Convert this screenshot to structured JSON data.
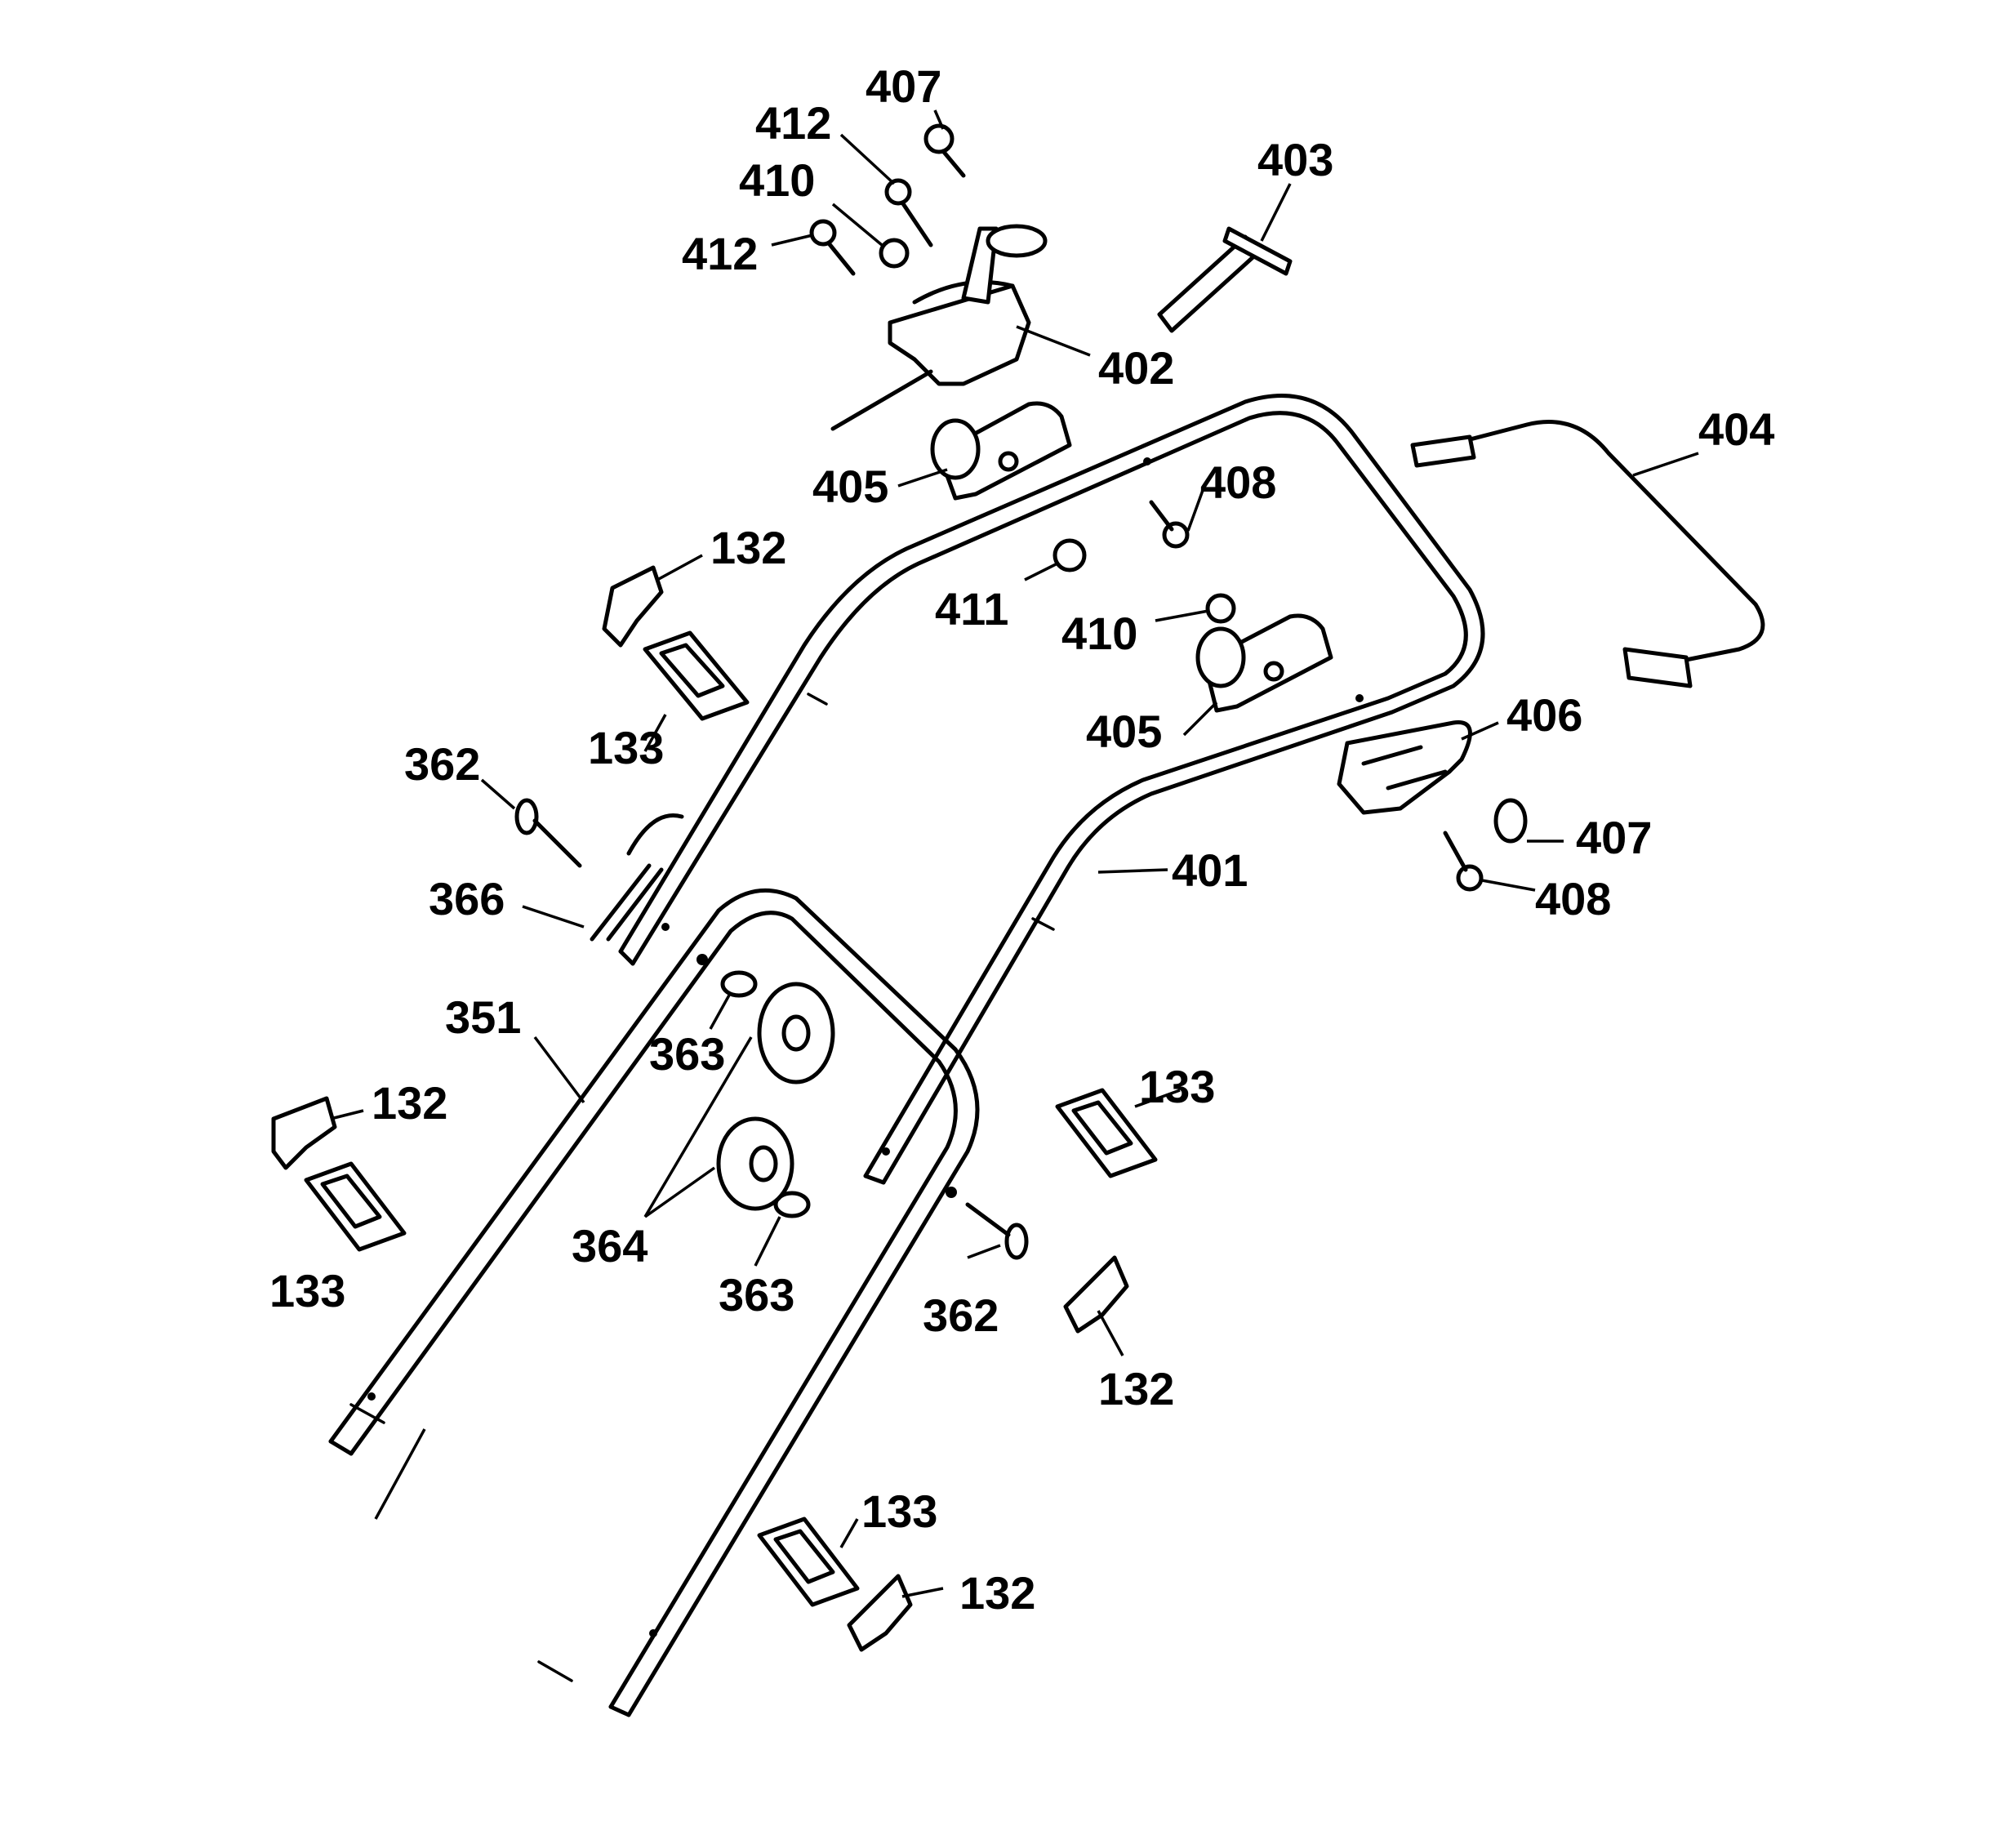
{
  "labels": [
    {
      "id": "407a",
      "text": "407"
    },
    {
      "id": "412a",
      "text": "412"
    },
    {
      "id": "410a",
      "text": "410"
    },
    {
      "id": "412b",
      "text": "412"
    },
    {
      "id": "403",
      "text": "403"
    },
    {
      "id": "402",
      "text": "402"
    },
    {
      "id": "404",
      "text": "404"
    },
    {
      "id": "405a",
      "text": "405"
    },
    {
      "id": "408a",
      "text": "408"
    },
    {
      "id": "132a",
      "text": "132"
    },
    {
      "id": "411",
      "text": "411"
    },
    {
      "id": "410b",
      "text": "410"
    },
    {
      "id": "405b",
      "text": "405"
    },
    {
      "id": "406",
      "text": "406"
    },
    {
      "id": "133a",
      "text": "133"
    },
    {
      "id": "362a",
      "text": "362"
    },
    {
      "id": "407b",
      "text": "407"
    },
    {
      "id": "401",
      "text": "401"
    },
    {
      "id": "408b",
      "text": "408"
    },
    {
      "id": "366",
      "text": "366"
    },
    {
      "id": "351",
      "text": "351"
    },
    {
      "id": "363a",
      "text": "363"
    },
    {
      "id": "133b",
      "text": "133"
    },
    {
      "id": "132b",
      "text": "132"
    },
    {
      "id": "133c",
      "text": "133"
    },
    {
      "id": "364",
      "text": "364"
    },
    {
      "id": "363b",
      "text": "363"
    },
    {
      "id": "362b",
      "text": "362"
    },
    {
      "id": "132c",
      "text": "132"
    },
    {
      "id": "133d",
      "text": "133"
    },
    {
      "id": "132d",
      "text": "132"
    }
  ]
}
